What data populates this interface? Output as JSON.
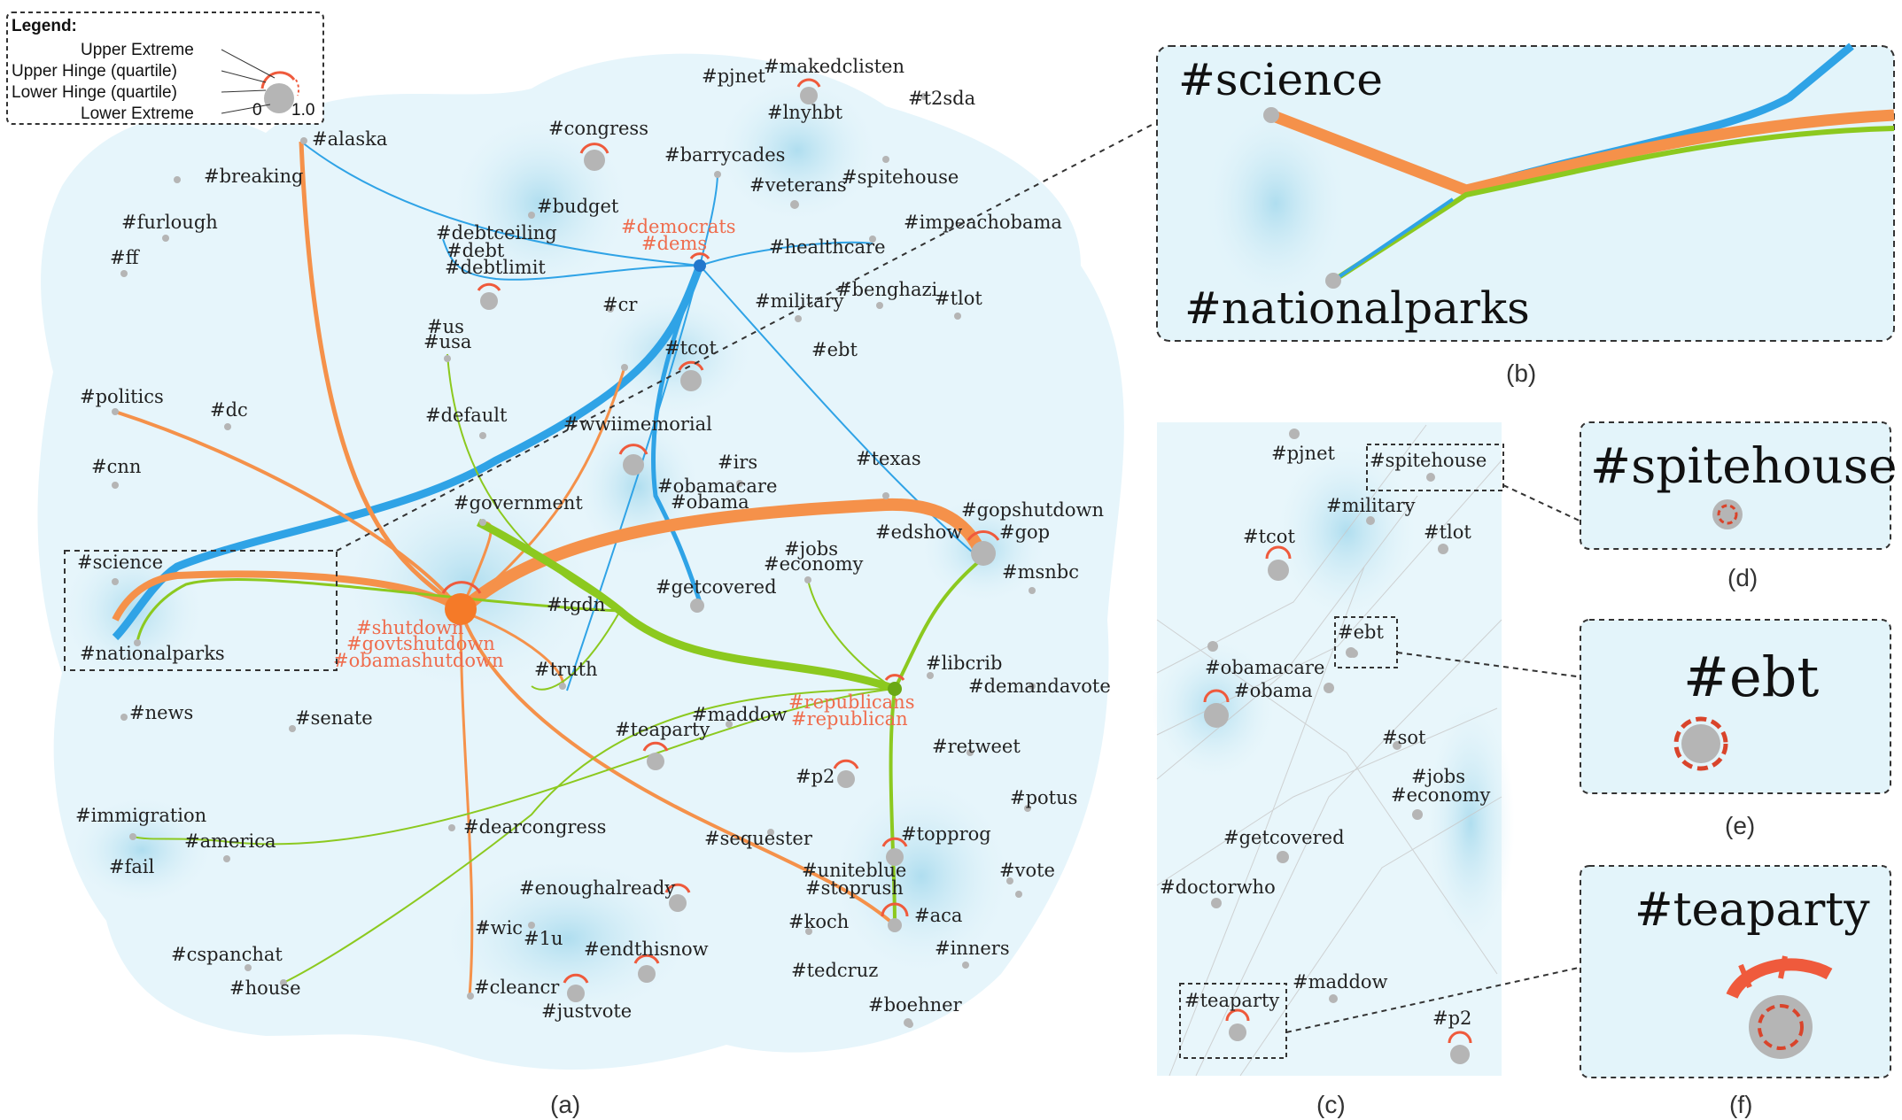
{
  "legend": {
    "title": "Legend:",
    "items": [
      "Upper Extreme",
      "Upper Hinge (quartile)",
      "Lower Hinge (quartile)",
      "Lower Extreme"
    ],
    "scale_min": "0",
    "scale_max": "1.0"
  },
  "panel_a": {
    "caption": "(a)",
    "tags": [
      "#alaska",
      "#breaking",
      "#furlough",
      "#ff",
      "#congress",
      "#budget",
      "#debtceiling",
      "#debt",
      "#debtlimit",
      "#pjnet",
      "#makedclisten",
      "#lnyhbt",
      "#t2sda",
      "#barrycades",
      "#spitehouse",
      "#veterans",
      "#healthcare",
      "#impeachobama",
      "#cr",
      "#military",
      "#benghazi",
      "#tlot",
      "#us",
      "#usa",
      "#tcot",
      "#ebt",
      "#politics",
      "#dc",
      "#default",
      "#wwiimemorial",
      "#cnn",
      "#irs",
      "#obamacare",
      "#obama",
      "#texas",
      "#government",
      "#gopshutdown",
      "#gop",
      "#edshow",
      "#msnbc",
      "#science",
      "#jobs",
      "#economy",
      "#tgdn",
      "#getcovered",
      "#nationalparks",
      "#truth",
      "#libcrib",
      "#demandavote",
      "#news",
      "#senate",
      "#maddow",
      "#teaparty",
      "#retweet",
      "#p2",
      "#potus",
      "#immigration",
      "#america",
      "#dearcongress",
      "#sequester",
      "#topprog",
      "#fail",
      "#enoughalready",
      "#uniteblue",
      "#stoprush",
      "#vote",
      "#wic",
      "#1u",
      "#endthisnow",
      "#aca",
      "#koch",
      "#inners",
      "#cspanchat",
      "#tedcruz",
      "#house",
      "#cleancr",
      "#justvote",
      "#boehner"
    ],
    "red_tags": [
      "#democrats",
      "#dems",
      "#shutdown",
      "#govtshutdown",
      "#obamashutdown",
      "#republicans",
      "#republican"
    ]
  },
  "panel_b": {
    "caption": "(b)",
    "labels": [
      "#science",
      "#nationalparks"
    ]
  },
  "panel_c": {
    "caption": "(c)",
    "tags": [
      "#pjnet",
      "#spitehouse",
      "#military",
      "#tcot",
      "#tlot",
      "#ebt",
      "#obamacare",
      "#obama",
      "#sot",
      "#jobs",
      "#economy",
      "#getcovered",
      "#doctorwho",
      "#teaparty",
      "#maddow",
      "#p2"
    ]
  },
  "panel_d": {
    "caption": "(d)",
    "label": "#spitehouse"
  },
  "panel_e": {
    "caption": "(e)",
    "label": "#ebt"
  },
  "panel_f": {
    "caption": "(f)",
    "label": "#teaparty"
  },
  "colors": {
    "democrats": "#2fa3e6",
    "shutdown": "#f5914a",
    "republicans": "#8cc91f",
    "node": "#b5b5b5",
    "red_text": "#ef6c4d",
    "density": "#d8f0f7"
  }
}
